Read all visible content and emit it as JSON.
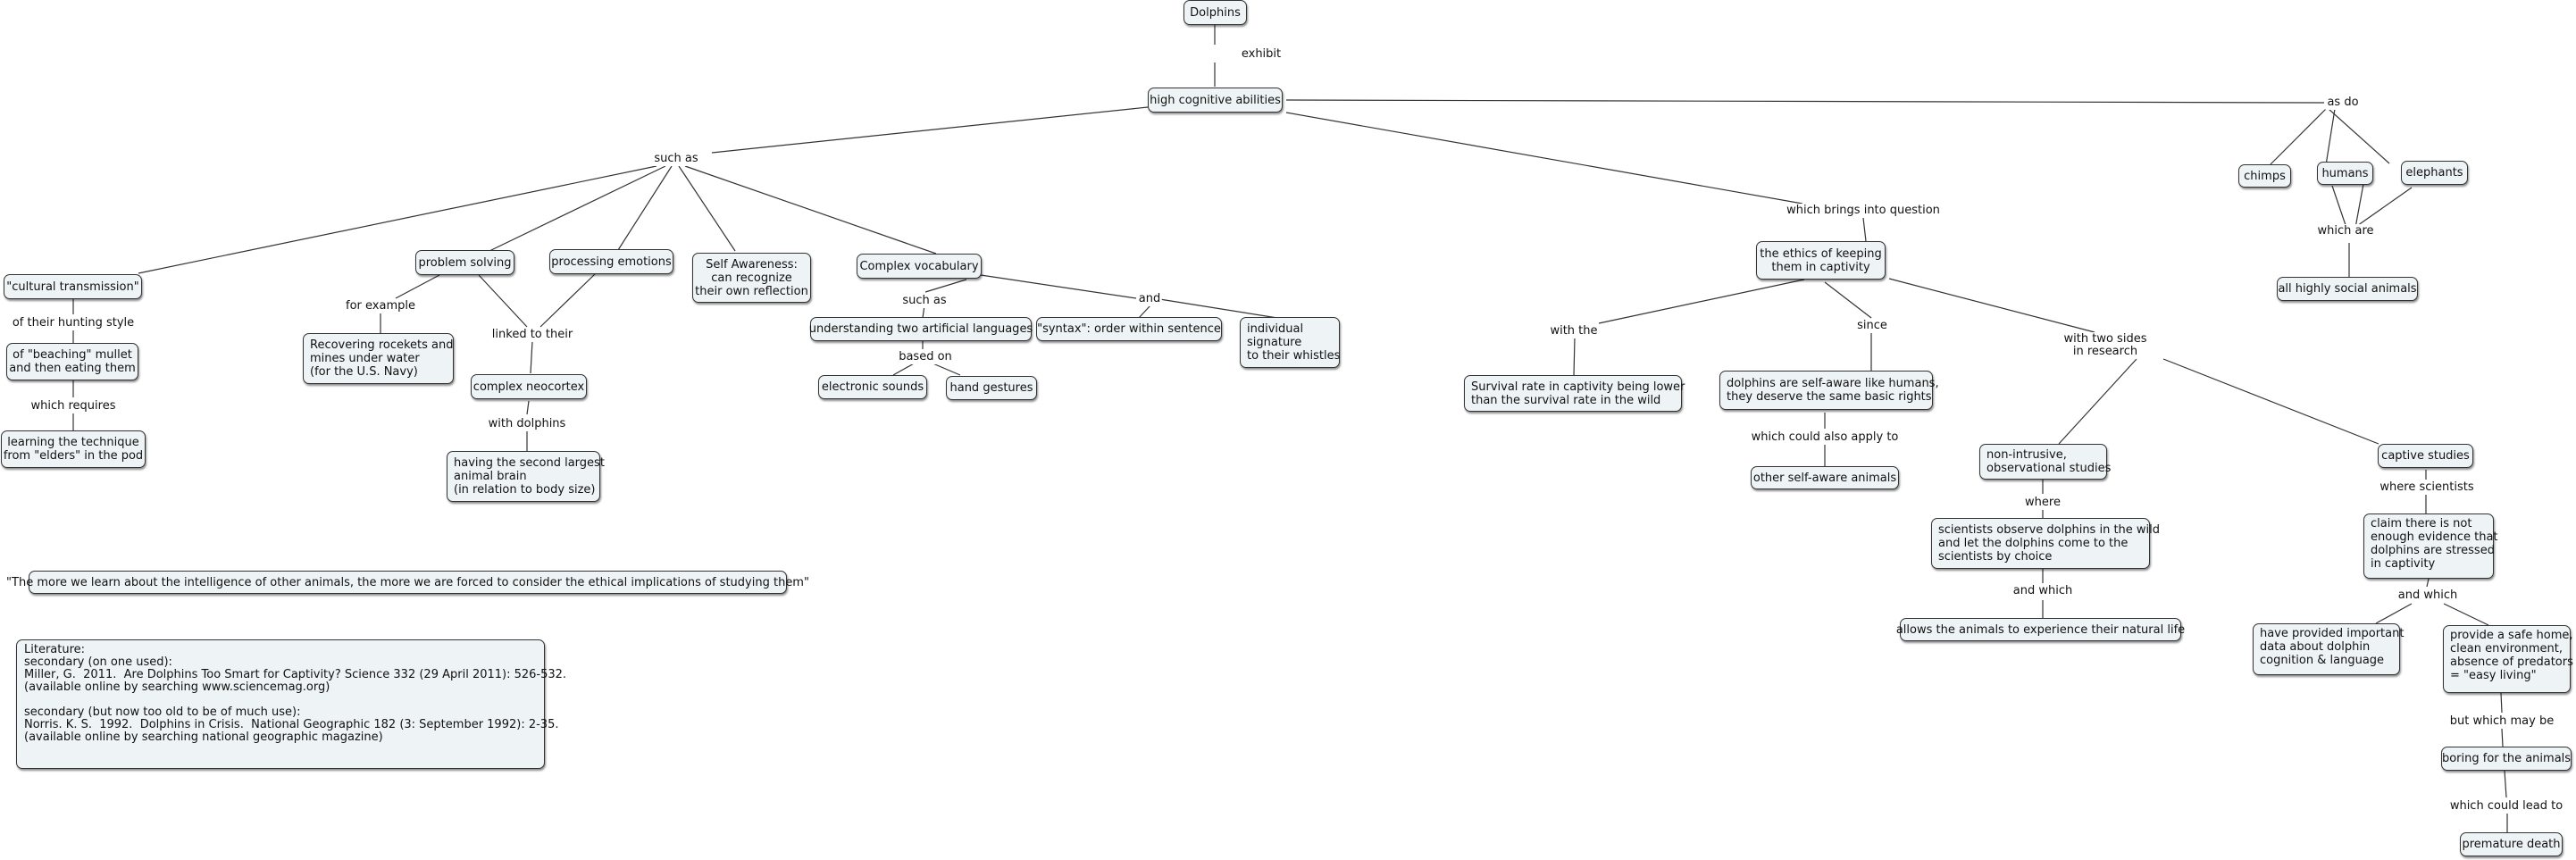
{
  "nodes": {
    "dolphins": "Dolphins",
    "high_cognitive": "high cognitive abilities",
    "cultural": "\"cultural transmission\"",
    "beaching": "of \"beaching\" mullet\nand then eating them",
    "learning": "learning the technique\nfrom \"elders\" in the pod",
    "problem_solving": "problem solving",
    "rockets": "Recovering rocekets and\nmines under water\n(for the U.S. Navy)",
    "processing": "processing emotions",
    "neocortex": "complex neocortex",
    "second_largest": "having the second largest\nanimal brain\n(in relation to body size)",
    "self_awareness": "Self Awareness:\ncan recognize\ntheir own reflection",
    "complex_vocab": "Complex vocabulary",
    "artificial": "understanding two artificial languages",
    "electronic": "electronic sounds",
    "hand_gestures": "hand gestures",
    "syntax": "\"syntax\": order within sentence",
    "signature": "individual\nsignature\nto their whistles",
    "ethics": "the ethics of keeping\nthem in captivity",
    "survival": "Survival rate in captivity being lower\nthan the survival rate in the wild",
    "self_aware_rights": "dolphins are self-aware like humans,\nthey deserve the same basic rights",
    "other_self_aware": "other self-aware animals",
    "non_intrusive": "non-intrusive,\nobservational studies",
    "scientists_observe": "scientists observe dolphins in the wild\nand let the dolphins come to the\nscientists by choice",
    "natural_life": "allows the animals to experience their natural life",
    "captive_studies": "captive studies",
    "claim": "claim there is not\nenough evidence that\ndolphins are stressed\nin captivity",
    "important_data": "have provided important\ndata about dolphin\ncognition & language",
    "safe_home": "provide a safe home,\nclean environment,\nabsence of predators\n= \"easy living\"",
    "boring": "boring for the animals",
    "premature": "premature death",
    "chimps": "chimps",
    "humans": "humans",
    "elephants": "elephants",
    "social": "all highly social animals",
    "quote": "\"The more we learn about the intelligence of other animals, the more we are forced to consider the ethical implications of studying them\"",
    "literature": "Literature:\nsecondary (on one used):\nMiller, G.  2011.  Are Dolphins Too Smart for Captivity? Science 332 (29 April 2011): 526-532.\n(available online by searching www.sciencemag.org)\n\nsecondary (but now too old to be of much use):\nNorris. K. S.  1992.  Dolphins in Crisis.  National Geographic 182 (3: September 1992): 2-35.\n(available online by searching national geographic magazine)"
  },
  "phrases": {
    "exhibit": "exhibit",
    "such_as_main": "such as",
    "hunting_style": "of their hunting style",
    "which_requires": "which requires",
    "for_example": "for example",
    "linked_to": "linked to their",
    "with_dolphins": "with dolphins",
    "such_as_vocab": "such as",
    "based_on": "based on",
    "and_vocab": "and",
    "brings_question": "which brings into question",
    "with_the": "with the",
    "since": "since",
    "could_also_apply": "which could also apply to",
    "two_sides": "with two sides\nin research",
    "where": "where",
    "and_which_1": "and which",
    "where_scientists": "where scientists",
    "and_which_2": "and which",
    "but_which": "but which may be",
    "could_lead": "which could lead to",
    "as_do": "as do",
    "which_are": "which are"
  },
  "colors": {
    "node_fill": "#eef4f5",
    "node_border": "#333333",
    "line": "#333333",
    "background": "#ffffff"
  }
}
